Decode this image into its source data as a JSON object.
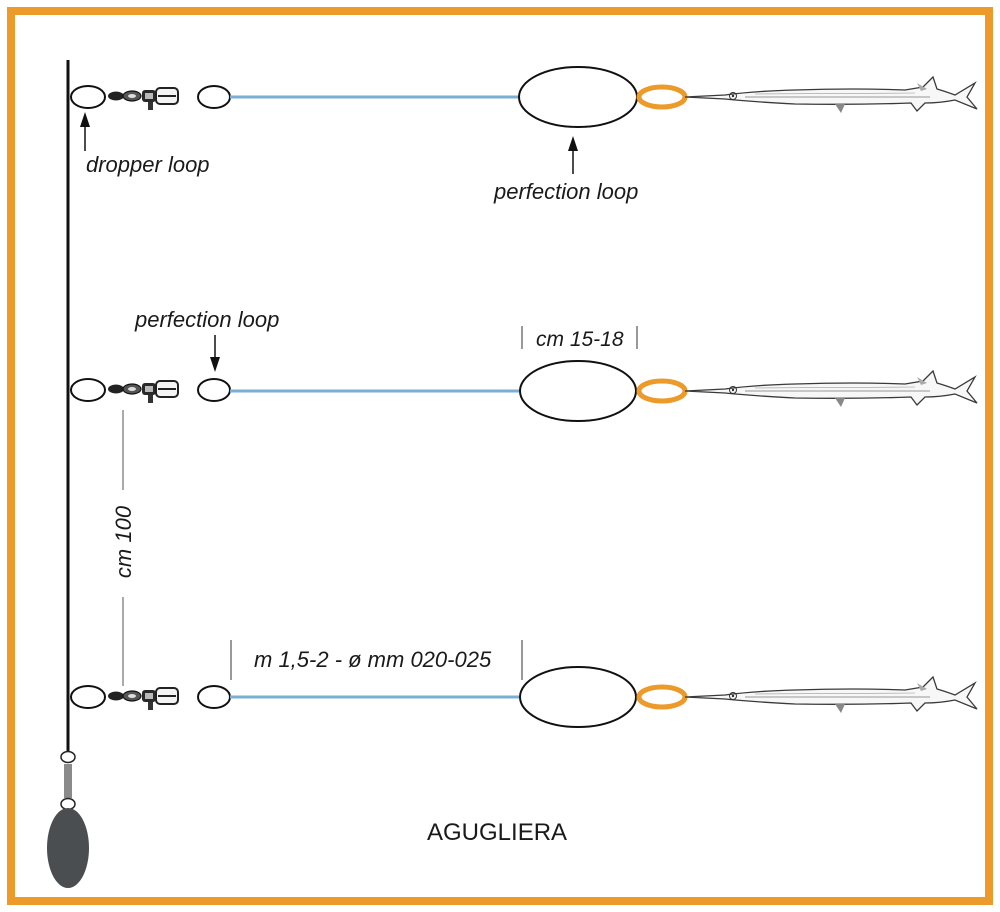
{
  "title": "AGUGLIERA",
  "labels": {
    "dropper_loop": "dropper loop",
    "perfection_loop_top": "perfection loop",
    "perfection_loop_mid": "perfection loop",
    "snood_length": "cm 15-18",
    "dropper_spacing": "cm 100",
    "leader_spec": "m 1,5-2 - ø mm 020-025"
  },
  "colors": {
    "frame": "#ec9a2a",
    "main_line": "#111111",
    "leader_line": "#7aaed2",
    "bait_loop": "#ec9a2a",
    "sinker": "#4a4e50"
  },
  "droppers": [
    "top",
    "middle",
    "bottom"
  ]
}
